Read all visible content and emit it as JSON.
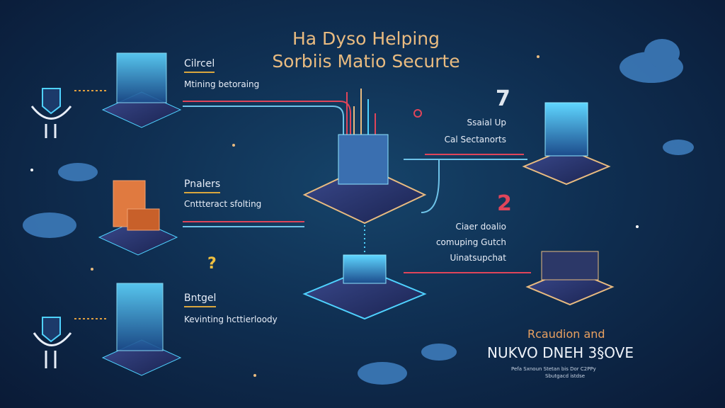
{
  "title": {
    "line1": "Ha Dyso Helping",
    "line2": "Sorbiis Matio Securte"
  },
  "left": [
    {
      "heading": "Cilrcel",
      "text": "Mtining betoraing"
    },
    {
      "heading": "Pnalers",
      "text": "Cnttteract sfolting"
    },
    {
      "heading": "Bntgel",
      "text": "Kevinting hcttierloody",
      "mark": "?"
    }
  ],
  "right": [
    {
      "number": "7",
      "lines": [
        "Ssaial Up",
        "Cal Sectanorts"
      ]
    },
    {
      "number": "2",
      "lines": [
        "Ciaer doalio",
        "comuping Gutch",
        "Uinatsupchat"
      ]
    }
  ],
  "footer": {
    "line1": "Rcaudion and",
    "line2": "NUKVO DNEH 3§OVE",
    "small1": "Pefa Sxnoun Stetan bis Dor C2PPy",
    "small2": "Sbutgacd istdse"
  },
  "colors": {
    "accent": "#e9bb80",
    "cyan": "#4fd2ff",
    "red": "#e0455a",
    "gold": "#d9a63e"
  }
}
